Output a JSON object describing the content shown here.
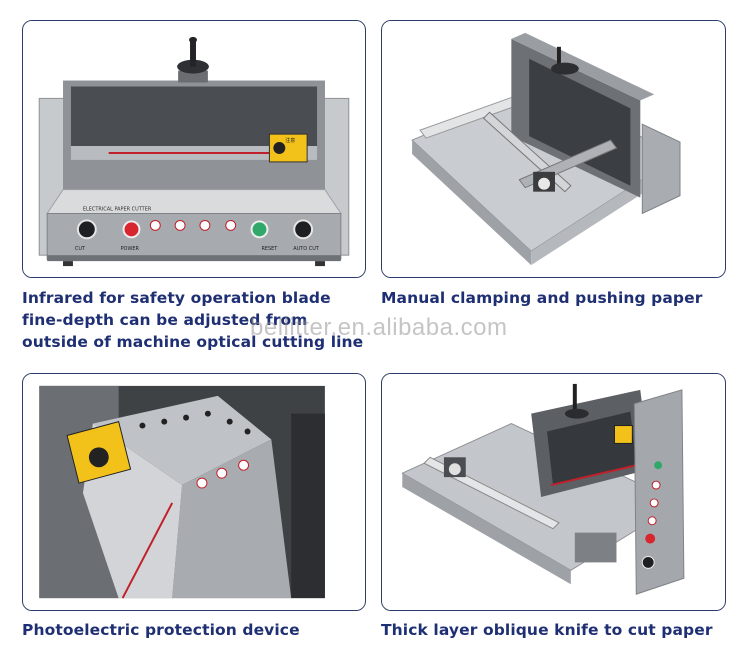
{
  "panels": [
    {
      "caption": "Infrared for safety operation blade fine-depth can be adjusted from outside of machine optical cutting line"
    },
    {
      "caption": "Manual clamping and pushing paper"
    },
    {
      "caption": "Photoelectric protection device"
    },
    {
      "caption": "Thick layer oblique knife to cut paper"
    }
  ],
  "watermark": "bellitter.en.alibaba.com",
  "machine_labels": {
    "brand_plate": "ELECTRICAL PAPER CUTTER",
    "cut_label": "CUT",
    "power_label": "POWER",
    "reset_label": "RESET",
    "auto_cut_label": "AUTO CUT",
    "warning_label": "注意"
  },
  "colors": {
    "caption": "#1f2f73",
    "border": "#2b3b6b",
    "machine_grey": "#a7abb0",
    "warning_yellow": "#f2c21b"
  }
}
